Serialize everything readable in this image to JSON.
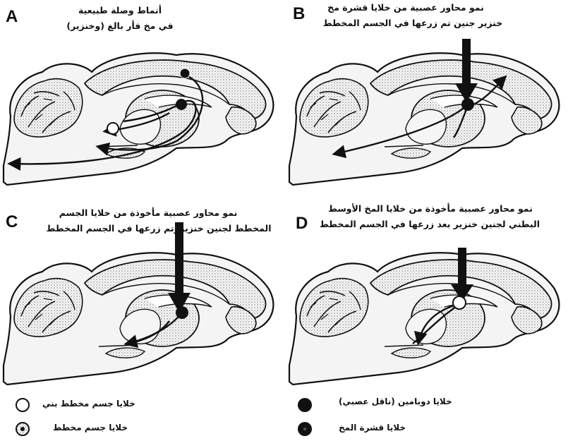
{
  "panels": [
    {
      "letter": "A",
      "caption_line1": "أنماط وصلة طبيعية",
      "caption_line2": "في مخ فأر بالغ (وخنزير)"
    },
    {
      "letter": "B",
      "caption_line1": "نمو محاور عصبية من خلايا قشرة مخ",
      "caption_line2": "خنزير جنين تم زرعها في الجسم المخطط"
    },
    {
      "letter": "C",
      "caption_line1": "نمو محاور عصبية مأخوذة من خلايا الجسم",
      "caption_line2": "المخطط لجنين خنزيروتم زرعها في الجسم المخطط"
    },
    {
      "letter": "D",
      "caption_line1": "نمو محاور عصبية مأخوذة من خلايا المخ الأوسط",
      "caption_line2": "البطني لجنين خنزير بعد زرعها في الجسم المخطط"
    }
  ],
  "legend": [
    {
      "label": "خلايا جسم مخطط بني",
      "icon": "open-circle-icon"
    },
    {
      "label": "خلايا جسم مخطط",
      "icon": "dotted-circle-icon"
    },
    {
      "label": "خلايا دوبامين (ناقل عصبي)",
      "icon": "filled-circle-icon"
    },
    {
      "label": "خلايا قشرة المخ",
      "icon": "filled-dot-circle-icon"
    }
  ],
  "colors": {
    "ink": "#111111",
    "tissue": "#f1f1f1",
    "stipple": "#9a9a9a"
  }
}
